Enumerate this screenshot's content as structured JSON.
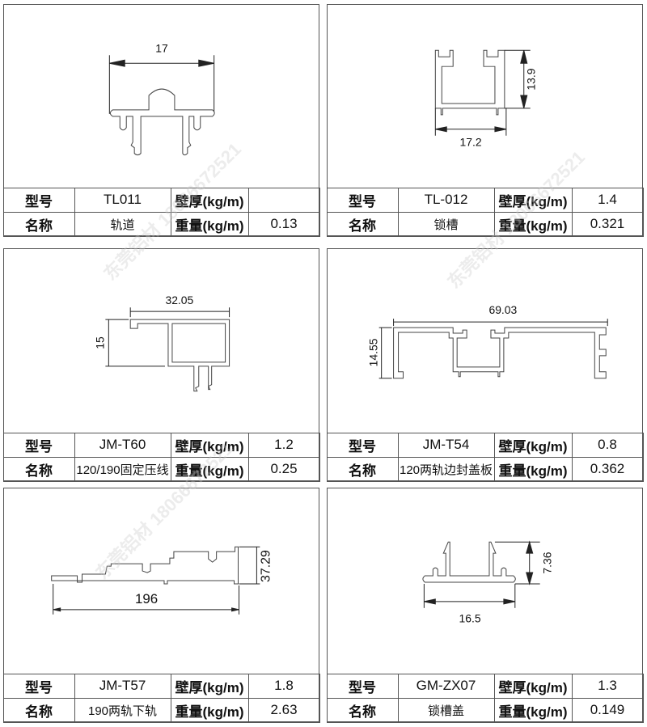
{
  "labels": {
    "model": "型号",
    "name": "名称",
    "wall_thickness": "壁厚(kg/m)",
    "weight": "重量(kg/m)"
  },
  "watermark": "东莞铝材 18066672521",
  "profiles": [
    {
      "model": "TL011",
      "name": "轨道",
      "wall_thickness": "",
      "weight": "0.13",
      "dimensions": {
        "width": "17"
      }
    },
    {
      "model": "TL-012",
      "name": "锁槽",
      "wall_thickness": "1.4",
      "weight": "0.321",
      "dimensions": {
        "width": "17.2",
        "height": "13.9"
      }
    },
    {
      "model": "JM-T60",
      "name": "120/190固定压线",
      "wall_thickness": "1.2",
      "weight": "0.25",
      "dimensions": {
        "width": "32.05",
        "height": "15"
      }
    },
    {
      "model": "JM-T54",
      "name": "120两轨边封盖板",
      "wall_thickness": "0.8",
      "weight": "0.362",
      "dimensions": {
        "width": "69.03",
        "height": "14.55"
      }
    },
    {
      "model": "JM-T57",
      "name": "190两轨下轨",
      "wall_thickness": "1.8",
      "weight": "2.63",
      "dimensions": {
        "width": "196",
        "height": "37.29"
      }
    },
    {
      "model": "GM-ZX07",
      "name": "锁槽盖",
      "wall_thickness": "1.3",
      "weight": "0.149",
      "dimensions": {
        "width": "16.5",
        "height": "7.36"
      }
    }
  ]
}
